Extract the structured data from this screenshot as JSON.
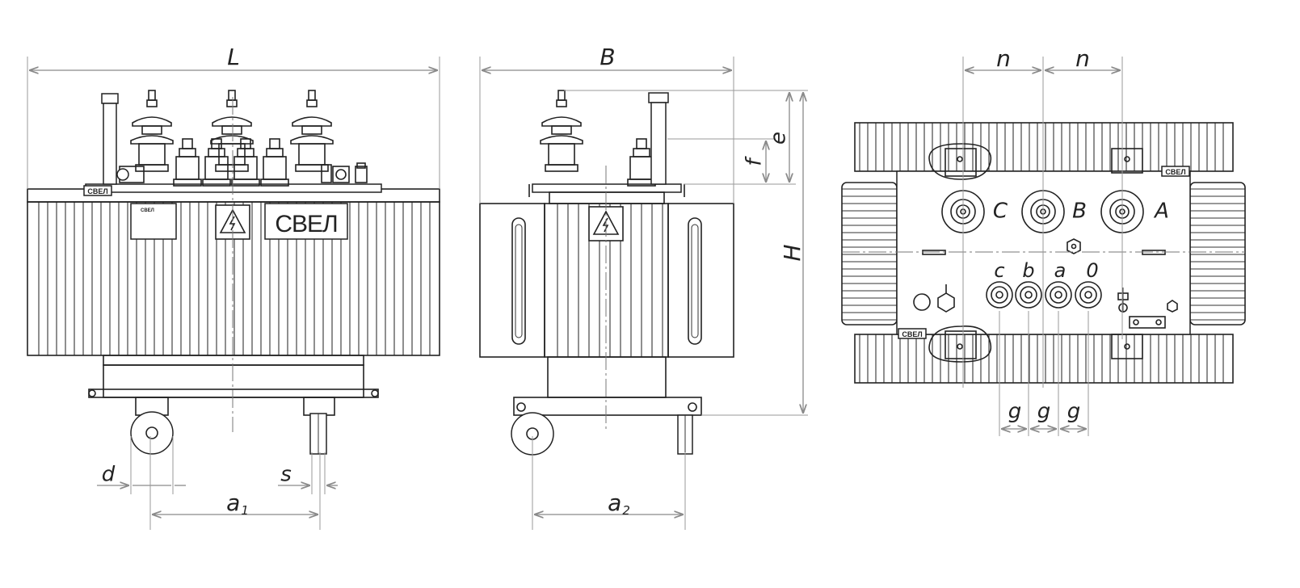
{
  "labels": {
    "L": "L",
    "B": "B",
    "H": "H",
    "e": "e",
    "f": "f",
    "d": "d",
    "s": "s",
    "a1": "a",
    "a1_sub": "1",
    "a2": "a",
    "a2_sub": "2",
    "n": "n",
    "g": "g"
  },
  "terminals_hv": [
    "C",
    "B",
    "A"
  ],
  "terminals_lv": [
    "c",
    "b",
    "a",
    "0"
  ],
  "brand": {
    "logo_large": "СВЕЛ",
    "logo_small": "СВЕЛ"
  },
  "colors": {
    "line": "#222222",
    "dimension": "#8a8a8a",
    "background": "#ffffff"
  }
}
